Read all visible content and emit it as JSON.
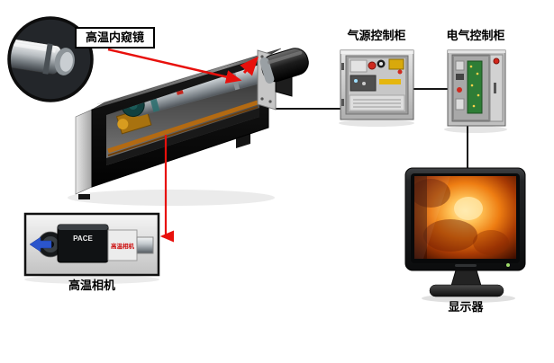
{
  "labels": {
    "endoscope": "高温内窥镜",
    "air_cabinet": "气源控制柜",
    "electric_cabinet": "电气控制柜",
    "camera": "高温相机",
    "monitor": "显示器",
    "camera_brand": "PACE",
    "camera_tag": "高温相机"
  },
  "colors": {
    "connector_line": "#161616",
    "callout_arrow": "#e8100c",
    "camera_direction_arrow": "#2b55cc",
    "furnace_glow": "#ee7d12",
    "cabinet_body": "#c7c7c7"
  },
  "diagram": {
    "nodes": [
      {
        "id": "endoscope-inset",
        "label": "高温内窥镜",
        "type": "photo-callout"
      },
      {
        "id": "protective-housing",
        "type": "machine-cutaway"
      },
      {
        "id": "air-control-cabinet",
        "label": "气源控制柜",
        "type": "control-cabinet"
      },
      {
        "id": "electric-control-cabinet",
        "label": "电气控制柜",
        "type": "control-cabinet"
      },
      {
        "id": "camera-inset",
        "label": "高温相机",
        "type": "photo-callout"
      },
      {
        "id": "monitor",
        "label": "显示器",
        "type": "display"
      }
    ],
    "connections": [
      {
        "from": "protective-housing",
        "to": "air-control-cabinet",
        "style": "black-line"
      },
      {
        "from": "air-control-cabinet",
        "to": "electric-control-cabinet",
        "style": "black-line"
      },
      {
        "from": "electric-control-cabinet",
        "to": "monitor",
        "style": "black-line"
      },
      {
        "from": "endoscope-inset",
        "to": "protective-housing",
        "style": "red-arrow"
      },
      {
        "from": "protective-housing",
        "to": "camera-inset",
        "style": "red-arrow"
      }
    ]
  }
}
